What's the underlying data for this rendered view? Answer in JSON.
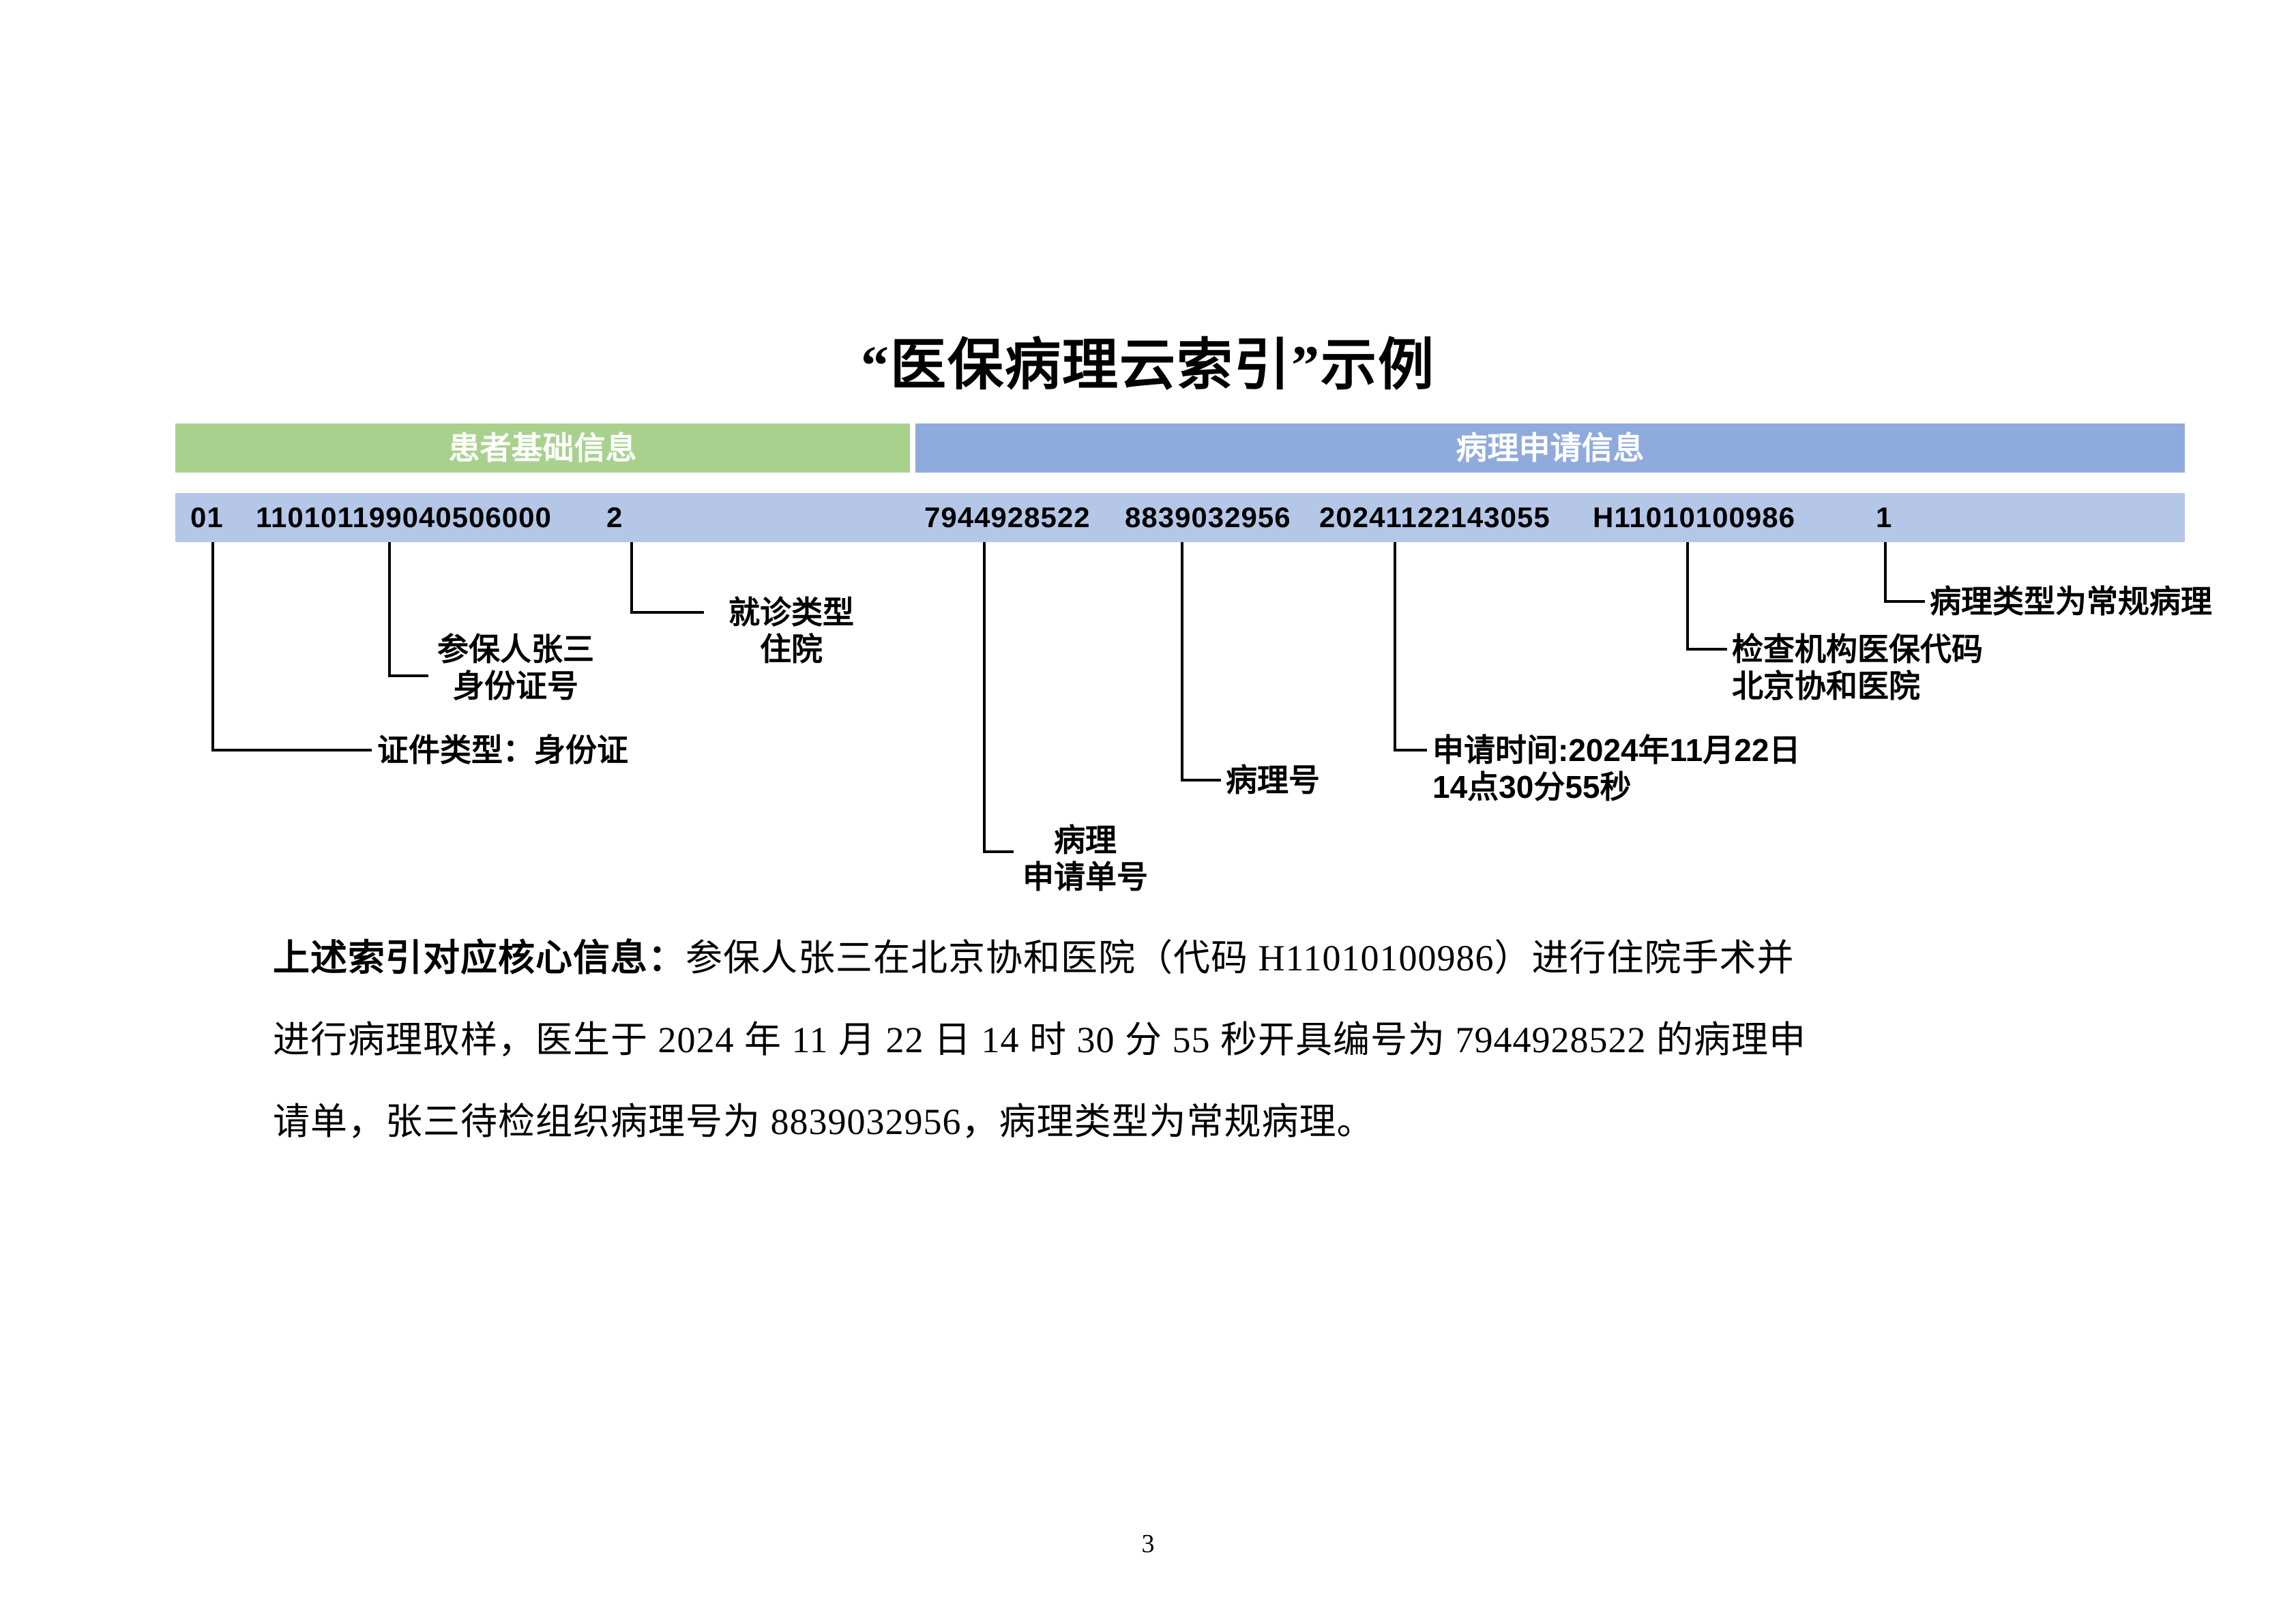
{
  "page": {
    "title": "“医保病理云索引”示例",
    "page_number": "3"
  },
  "table": {
    "headers": [
      {
        "label": "患者基础信息"
      },
      {
        "label": "病理申请信息"
      }
    ],
    "values": [
      "01",
      "110101199040506000",
      "2",
      "7944928522",
      "8839032956",
      "20241122143055",
      "H11010100986",
      "1"
    ]
  },
  "callouts": {
    "cert_type": {
      "line1": "证件类型：身份证"
    },
    "insured": {
      "line1": "参保人张三",
      "line2": "身份证号"
    },
    "visit_type": {
      "line1": "就诊类型",
      "line2": "住院"
    },
    "request_no": {
      "line1": "病理",
      "line2": "申请单号"
    },
    "pathology_no": {
      "line1": "病理号"
    },
    "request_time": {
      "line1": "申请时间:2024年11月22日",
      "line2": "14点30分55秒"
    },
    "org_code": {
      "line1": "检查机构医保代码",
      "line2": "北京协和医院"
    },
    "pathology_type": {
      "line1": "病理类型为常规病理"
    }
  },
  "paragraph": {
    "lead": "上述索引对应核心信息：",
    "line1": "参保人张三在北京协和医院（代码 H11010100986）进行住院手术并",
    "line2": "进行病理取样，医生于 2024 年 11 月 22 日 14 时 30 分 55 秒开具编号为 7944928522 的病理申",
    "line3": "请单，张三待检组织病理号为 8839032956，病理类型为常规病理。"
  },
  "colors": {
    "patient_header_bg": "#a9d18e",
    "request_header_bg": "#8faadc",
    "value_row_bg": "#b4c7e7",
    "line_color": "#000000"
  }
}
